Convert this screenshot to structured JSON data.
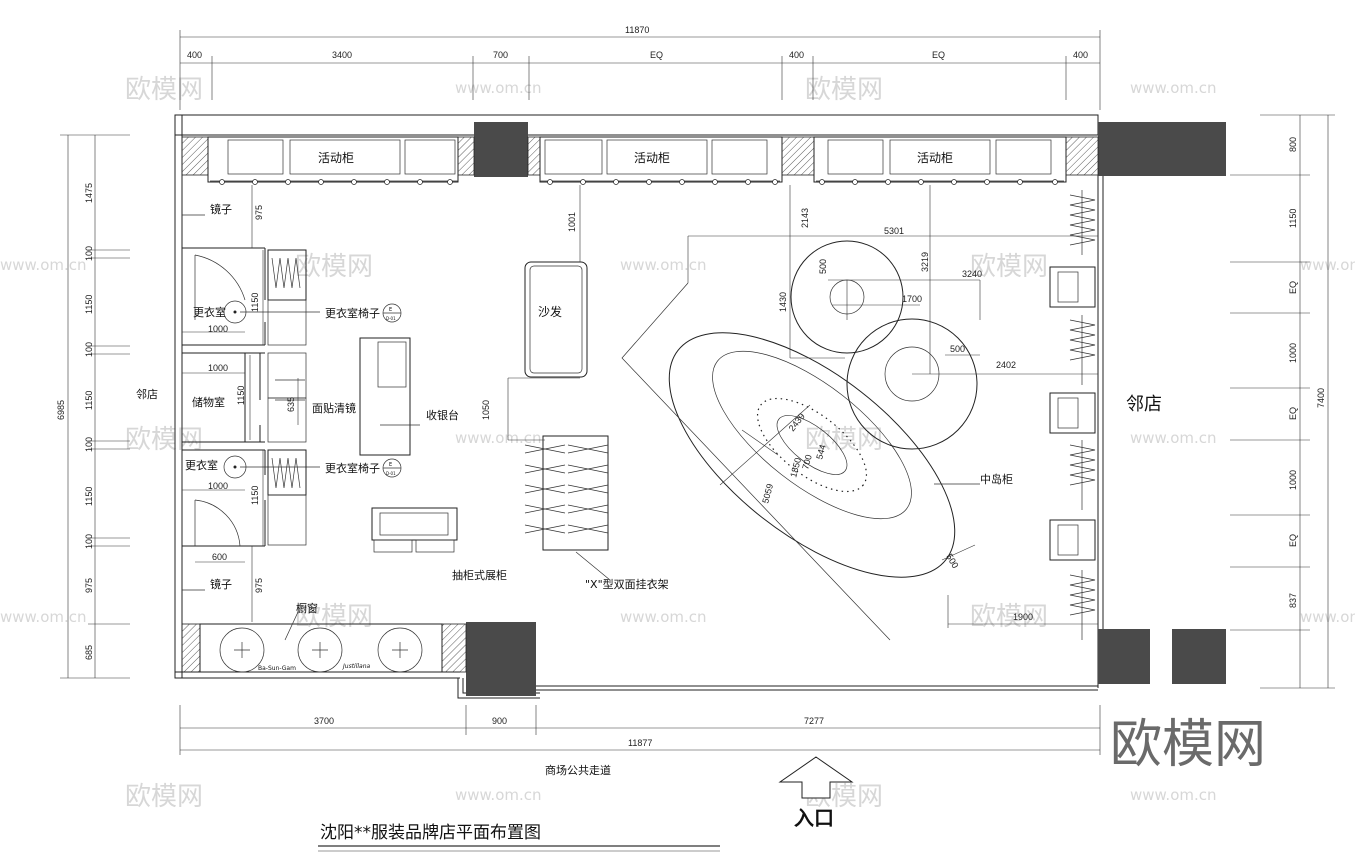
{
  "title": "沈阳**服装品牌店平面布置图",
  "brand_watermark": "欧模网",
  "url_watermark": "www.om.cn",
  "entrance": "入口",
  "corridor": "商场公共走道",
  "neighbor_left": "邻店",
  "neighbor_right": "邻店",
  "labels": {
    "cabinet": "活动柜",
    "mirror": "镜子",
    "changing_room": "更衣室",
    "storage_room": "储物室",
    "changing_chair": "更衣室椅子",
    "wall_mirror": "面贴清镜",
    "sofa": "沙发",
    "cashier": "收银台",
    "drawer_cabinet": "抽柜式展柜",
    "x_rack": "\"X\"型双面挂衣架",
    "island": "中岛柜",
    "window": "橱窗",
    "chair_tag": "E",
    "chair_tag_sub": "D-01",
    "sign_left": "Ba-Sun-Gam",
    "sign_right": "Justillana"
  },
  "dims_top": [
    "11870",
    "400",
    "3400",
    "700",
    "EQ",
    "400",
    "EQ",
    "400"
  ],
  "dims_bottom": [
    "3700",
    "900",
    "7277",
    "11877"
  ],
  "dims_left": [
    "6985",
    "1475",
    "100",
    "1150",
    "100",
    "1150",
    "100",
    "1150",
    "100",
    "975",
    "685"
  ],
  "dims_right": [
    "7400",
    "800",
    "1150",
    "EQ",
    "1000",
    "EQ",
    "1000",
    "EQ",
    "837"
  ],
  "dims_inner": [
    "975",
    "1001",
    "1150",
    "1000",
    "1000",
    "1150",
    "635",
    "1000",
    "1150",
    "600",
    "975",
    "1050",
    "2143",
    "5301",
    "3219",
    "500",
    "3240",
    "1700",
    "1430",
    "500",
    "2402",
    "2439",
    "544",
    "700",
    "1850",
    "5059",
    "500",
    "1900"
  ]
}
